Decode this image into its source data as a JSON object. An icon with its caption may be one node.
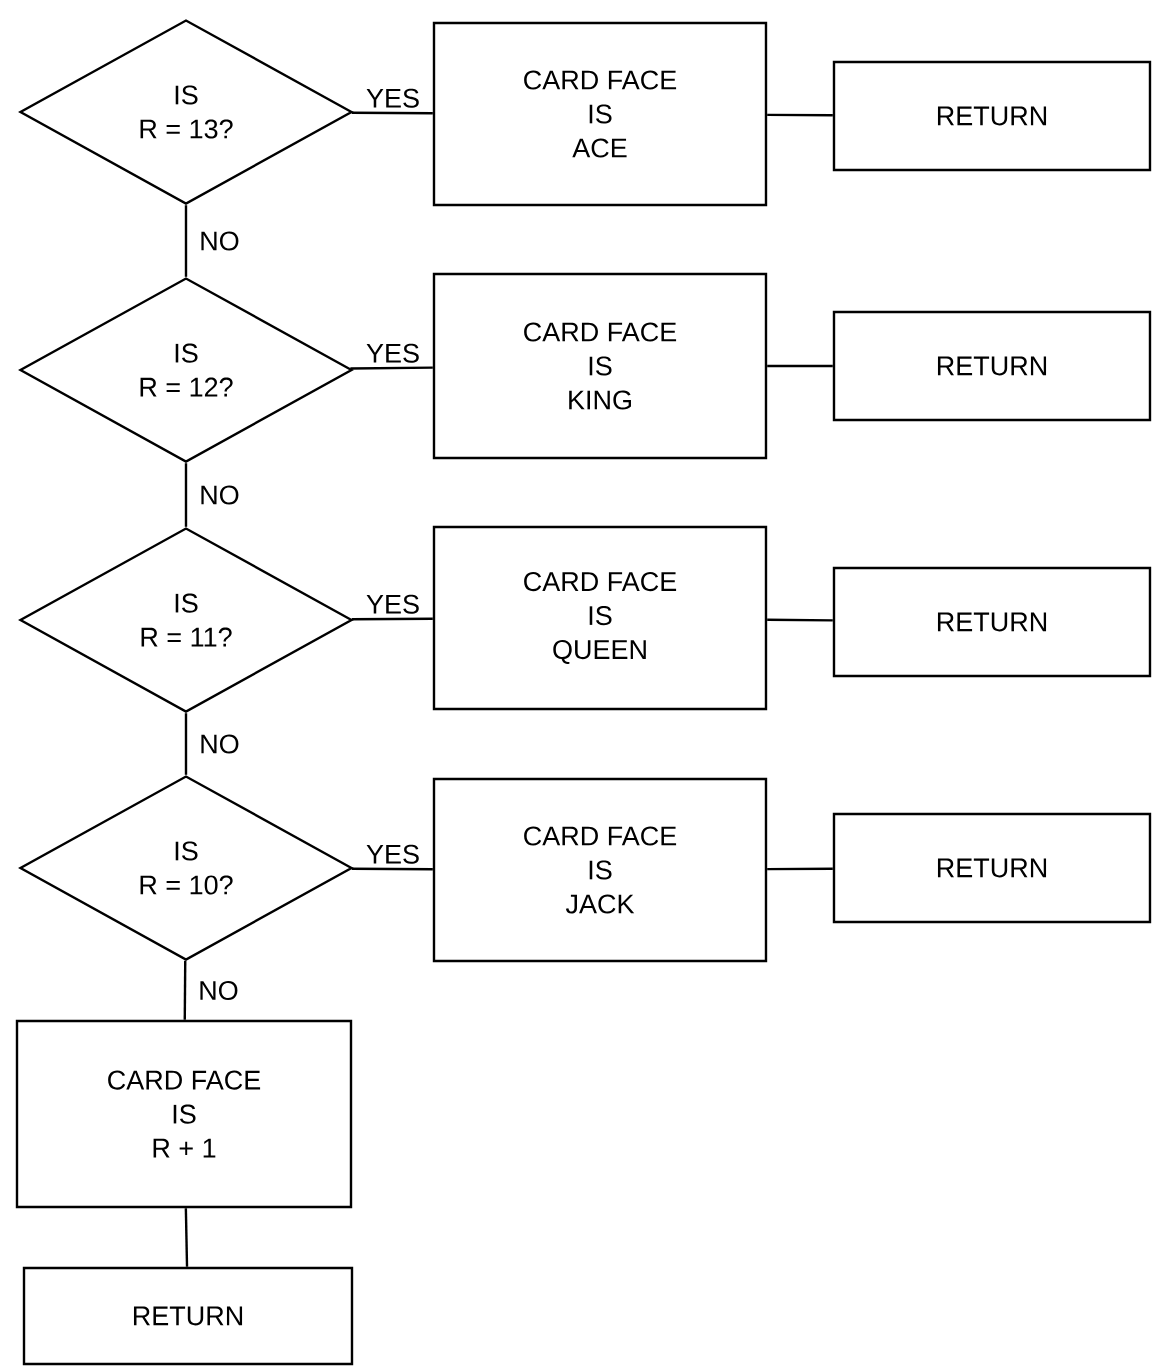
{
  "diagram": {
    "nodes": [
      {
        "text": [
          "IS R = 13?"
        ]
      },
      {
        "text": [
          "CARD FACE IS ACE"
        ]
      },
      {
        "text": [
          "RETURN"
        ]
      },
      {
        "text": [
          "IS R = 12?"
        ]
      },
      {
        "text": [
          "CARD FACE IS KING"
        ]
      },
      {
        "text": [
          "RETURN"
        ]
      },
      {
        "text": [
          "IS R = 11?"
        ]
      },
      {
        "text": [
          "CARD FACE IS QUEEN"
        ]
      },
      {
        "text": [
          "RETURN"
        ]
      },
      {
        "text": [
          "IS R = 10?"
        ]
      },
      {
        "text": [
          "CARD FACE IS JACK"
        ]
      },
      {
        "text": [
          "RETURN"
        ]
      },
      {
        "text": [
          "CARD FACE IS R + 1"
        ]
      },
      {
        "text": [
          "RETURN"
        ]
      }
    ],
    "edges": [
      {
        "from": 0,
        "to": 1,
        "arrow": "none",
        "label": "YES"
      },
      {
        "from": 1,
        "to": 2,
        "arrow": "none"
      },
      {
        "from": 0,
        "to": 3,
        "arrow": "none",
        "label": "NO"
      },
      {
        "from": 3,
        "to": 4,
        "arrow": "none",
        "label": "YES"
      },
      {
        "from": 4,
        "to": 5,
        "arrow": "none"
      },
      {
        "from": 3,
        "to": 6,
        "arrow": "none",
        "label": "NO"
      },
      {
        "from": 6,
        "to": 7,
        "arrow": "none",
        "label": "YES"
      },
      {
        "from": 7,
        "to": 8,
        "arrow": "none"
      },
      {
        "from": 6,
        "to": 9,
        "arrow": "none",
        "label": "NO"
      },
      {
        "from": 9,
        "to": 10,
        "arrow": "none",
        "label": "YES"
      },
      {
        "from": 10,
        "to": 11,
        "arrow": "none"
      },
      {
        "from": 9,
        "to": 12,
        "arrow": "none",
        "label": "NO"
      },
      {
        "from": 12,
        "to": 13,
        "arrow": "none"
      }
    ]
  }
}
